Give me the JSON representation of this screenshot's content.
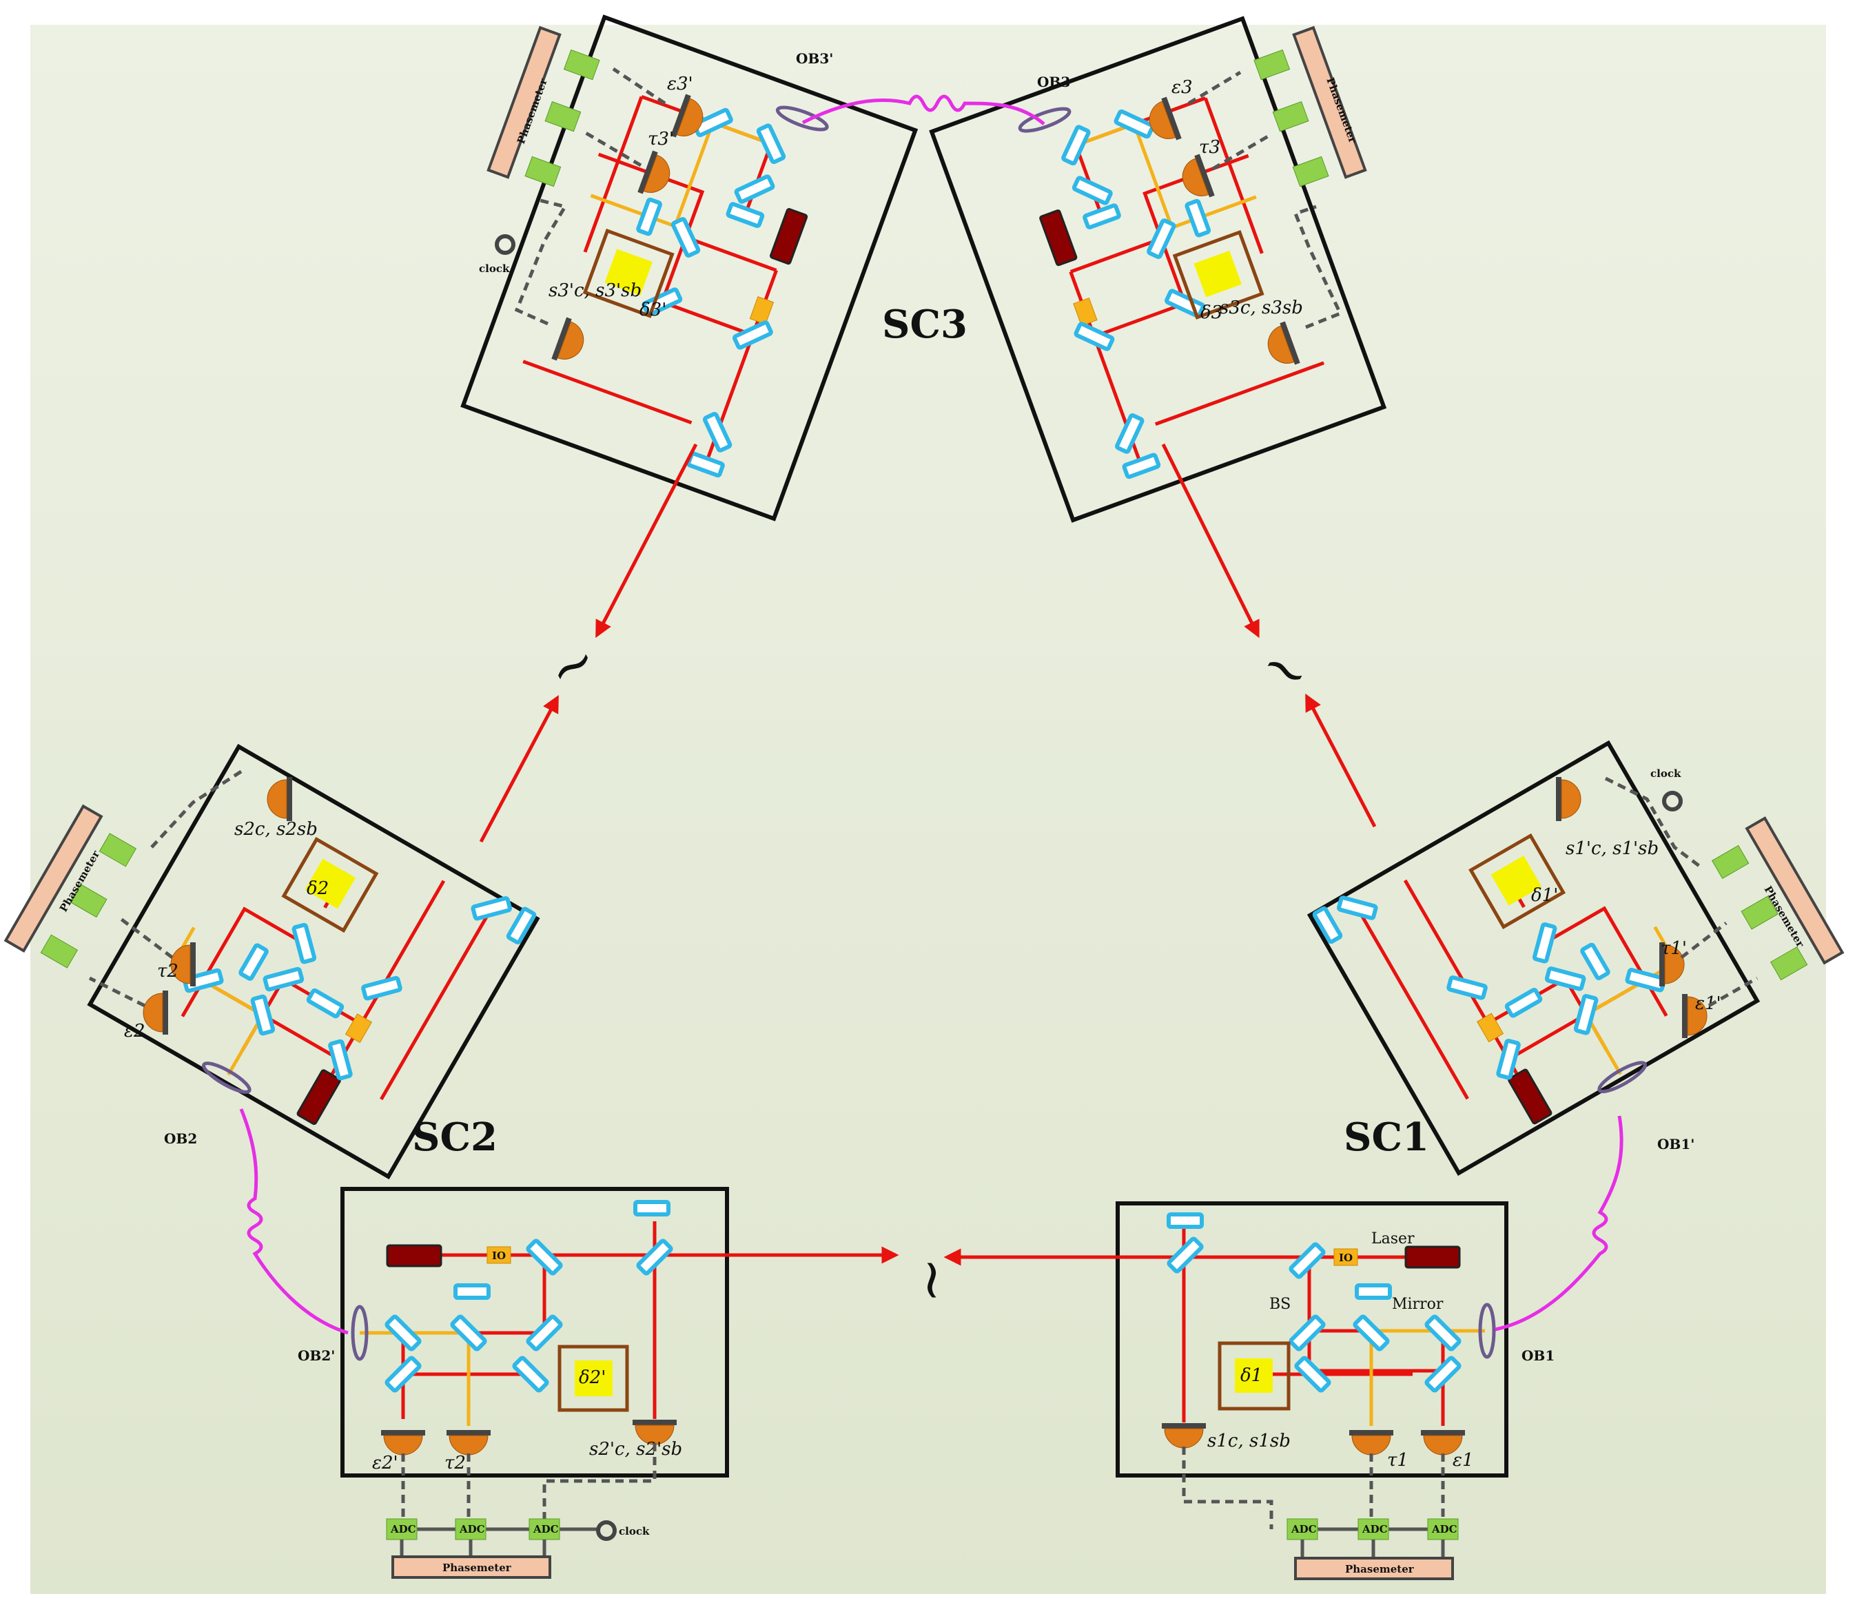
{
  "spacecraft": {
    "sc1": "SC1",
    "sc2": "SC2",
    "sc3": "SC3"
  },
  "optical_benches": {
    "ob1": "OB1",
    "ob1p": "OB1'",
    "ob2": "OB2",
    "ob2p": "OB2'",
    "ob3": "OB3",
    "ob3p": "OB3'"
  },
  "component_labels": {
    "laser": "Laser",
    "bs": "BS",
    "mirror": "Mirror",
    "io": "IO",
    "adc": "ADC",
    "phasemeter": "Phasemeter",
    "clock": "clock"
  },
  "detectors": {
    "d1": "δ1",
    "d1p": "δ1'",
    "d2": "δ2",
    "d2p": "δ2'",
    "d3": "δ3",
    "d3p": "δ3'",
    "tau1": "τ1",
    "eps1": "ε1",
    "s1": "s1c, s1sb",
    "tau1p": "τ1'",
    "eps1p": "ε1'",
    "s1p": "s1'c, s1'sb",
    "tau2": "τ2",
    "eps2": "ε2",
    "s2": "s2c, s2sb",
    "tau2p": "τ2'",
    "eps2p": "ε2'",
    "s2p": "s2'c, s2'sb",
    "tau3": "τ3",
    "eps3": "ε3",
    "s3": "s3c, s3sb",
    "tau3p": "τ3'",
    "eps3p": "ε3'",
    "s3p": "s3'c, s3'sb"
  },
  "break_mark": "~",
  "colors": {
    "laser_beam": "#e8120f",
    "local_beam": "#f4b21a",
    "fiber": "#e62ee6",
    "beamsplitter": "#2fb7e8",
    "detector": "#e07b17",
    "delta": "#f6f300",
    "adc": "#8fd14a",
    "phasemeter": "#f4c4a6"
  },
  "icons": {
    "laser": "laser-icon",
    "beamsplitter": "beamsplitter-icon",
    "detector": "photodetector-icon",
    "clock": "clock-icon"
  }
}
